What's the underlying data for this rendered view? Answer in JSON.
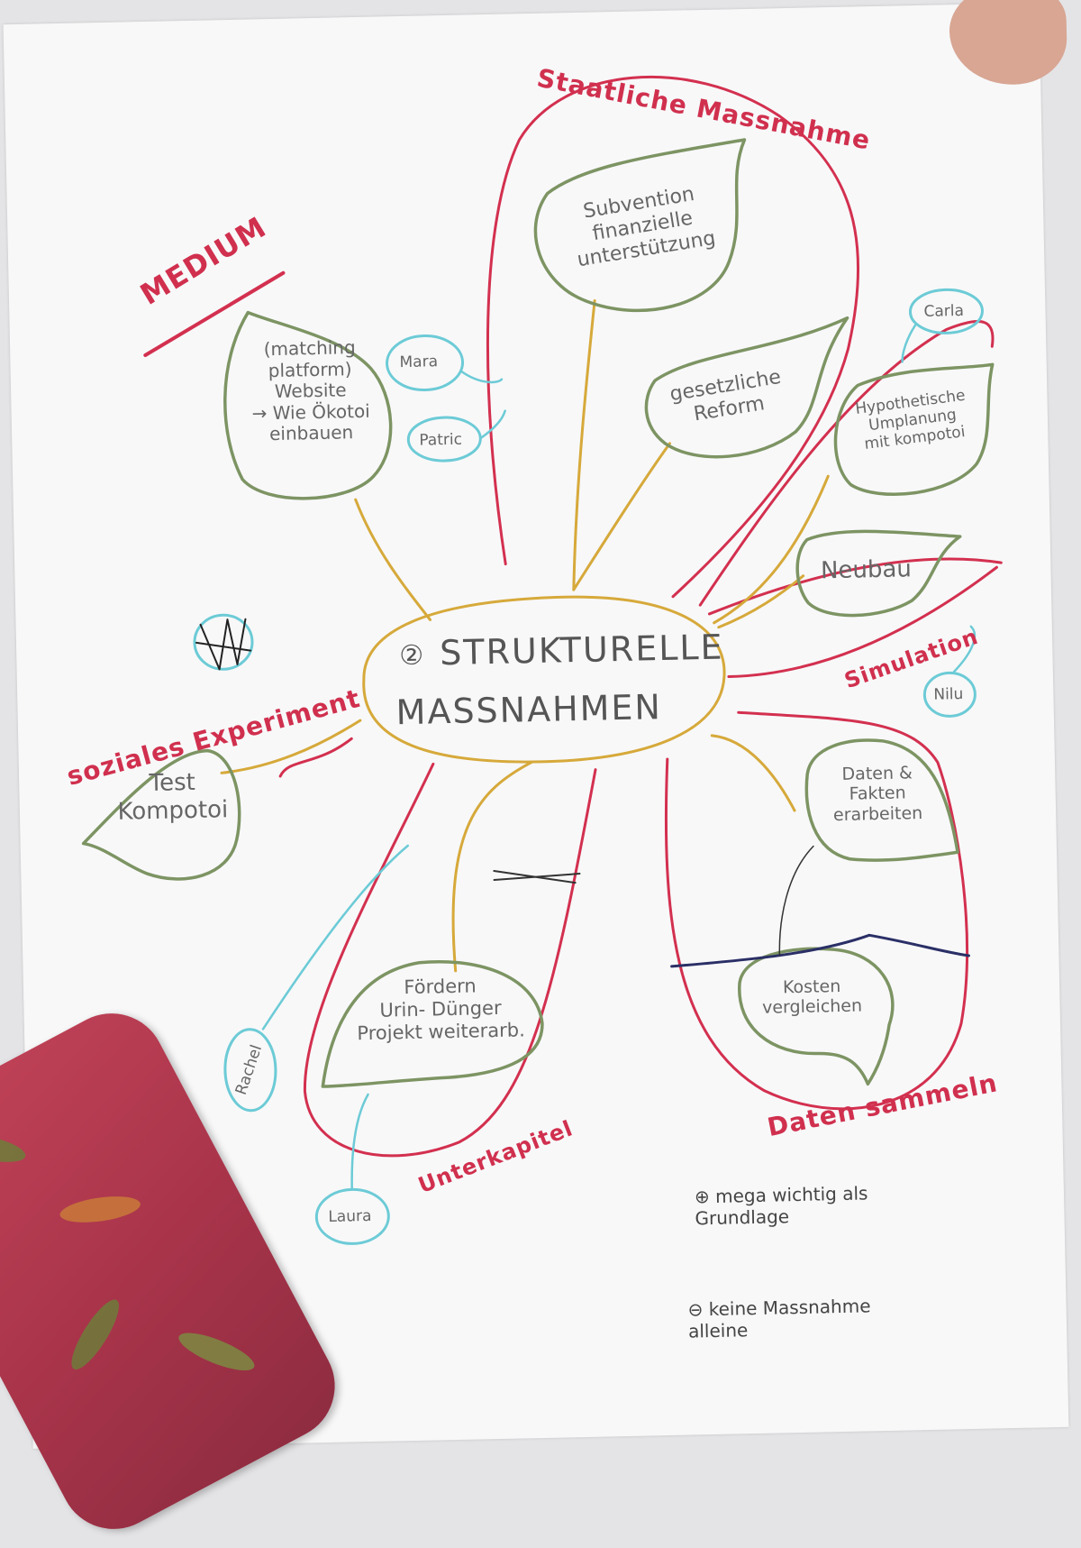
{
  "center": {
    "number": "②",
    "line1": "STRUKTURELLE",
    "line2": "MASSNAHMEN"
  },
  "categories": {
    "staatliche": "Staatliche Massnahme",
    "medium": "MEDIUM",
    "sozial": "soziales Experiment",
    "simulation": "Simulation",
    "daten": "Daten sammeln",
    "unterkapitel": "Unterkapitel"
  },
  "leaves": {
    "subvention": "Subvention\nfinanzielle\nunterstützung",
    "gesetz": "gesetzliche\nReform",
    "website": "(matching\nplatform)\nWebsite\n→ Wie Ökotoi\neinbauen",
    "hypo": "Hypothetische\nUmplanung\nmit kompotoi",
    "neubau": "Neubau",
    "test": "Test\nKompotoi",
    "datenfakten": "Daten &\nFakten\nerarbeiten",
    "kosten": "Kosten\nvergleichen",
    "foerdern": "Fördern\nUrin- Dünger\nProjekt weiterarb."
  },
  "names": {
    "mara": "Mara",
    "patric": "Patric",
    "carla": "Carla",
    "nilu": "Nilu",
    "rachel": "Rachel",
    "laura": "Laura"
  },
  "notes": {
    "plus": "⊕ mega wichtig als\nGrundlage",
    "minus": "⊖ keine Massnahme\nalleine"
  },
  "colors": {
    "red": "#d3304f",
    "yellow": "#d6a93a",
    "green": "#7d9463",
    "blue": "#6ccbd6",
    "navy": "#2a2f66"
  }
}
